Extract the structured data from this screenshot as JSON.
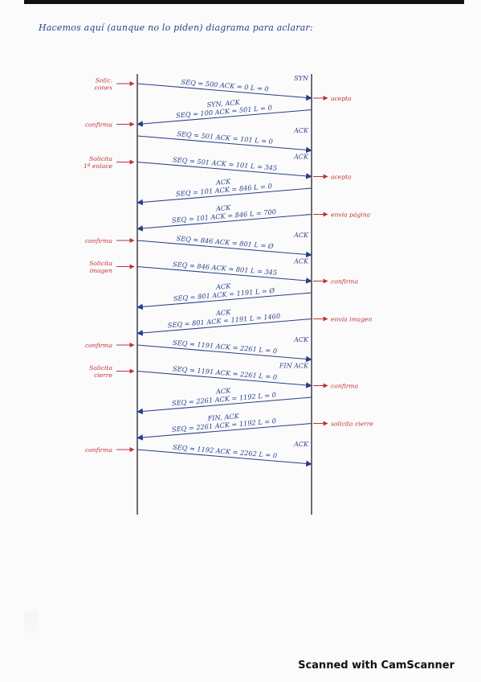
{
  "heading": "Hacemos aquí (aunque no lo piden) diagrama para aclarar:",
  "watermark": "Scanned with CamScanner",
  "colors": {
    "ink_blue": "#2a3f8a",
    "ink_red": "#c0303a",
    "line": "#222222"
  },
  "messages": [
    {
      "dir": "r",
      "lines": [
        "SEQ = 500  ACK = 0     L = 0"
      ],
      "above": "SYN",
      "left_note": "Solic. conex",
      "right_note": "acepta"
    },
    {
      "dir": "l",
      "lines": [
        "SYN, ACK",
        "SEQ = 100  ACK = 501  L = 0"
      ],
      "above": "",
      "left_note": "confirma",
      "right_note": ""
    },
    {
      "dir": "r",
      "lines": [
        "SEQ = 501   ACK = 101    L = 0"
      ],
      "above": "ACK",
      "left_note": "",
      "right_note": ""
    },
    {
      "dir": "r",
      "lines": [
        "SEQ = 501  ACK = 101  L = 345"
      ],
      "above": "ACK",
      "left_note": "Solicita 1ª enlace",
      "right_note": "acepta"
    },
    {
      "dir": "l",
      "lines": [
        "ACK",
        "SEQ = 101  ACK = 846  L = 0"
      ],
      "above": "",
      "left_note": "",
      "right_note": ""
    },
    {
      "dir": "l",
      "lines": [
        "ACK",
        "SEQ = 101  ACK = 846  L = 700"
      ],
      "above": "",
      "left_note": "",
      "right_note": "envía página"
    },
    {
      "dir": "r",
      "lines": [
        "SEQ = 846  ACK = 801  L = Ø"
      ],
      "above": "ACK",
      "left_note": "confirma",
      "right_note": ""
    },
    {
      "dir": "r",
      "lines": [
        "SEQ = 846  ACK = 801  L = 345"
      ],
      "above": "ACK",
      "left_note": "Solicita imagen",
      "right_note": "confirma"
    },
    {
      "dir": "l",
      "lines": [
        "ACK",
        "SEQ = 801  ACK = 1191  L = Ø"
      ],
      "above": "",
      "left_note": "",
      "right_note": ""
    },
    {
      "dir": "l",
      "lines": [
        "ACK",
        "SEQ = 801  ACK = 1191  L = 1460"
      ],
      "above": "",
      "left_note": "",
      "right_note": "envía imagen"
    },
    {
      "dir": "r",
      "lines": [
        "SEQ = 1191  ACK = 2261  L = 0"
      ],
      "above": "ACK",
      "left_note": "confirma",
      "right_note": ""
    },
    {
      "dir": "r",
      "lines": [
        "SEQ = 1191  ACK = 2261  L = 0"
      ],
      "above": "FIN ACK",
      "left_note": "Solicita cierre",
      "right_note": "confirma"
    },
    {
      "dir": "l",
      "lines": [
        "ACK",
        "SEQ = 2261  ACK = 1192  L = 0"
      ],
      "above": "",
      "left_note": "",
      "right_note": ""
    },
    {
      "dir": "l",
      "lines": [
        "FIN, ACK",
        "SEQ = 2261  ACK = 1192  L = 0"
      ],
      "above": "",
      "left_note": "",
      "right_note": "solicita cierre"
    },
    {
      "dir": "r",
      "lines": [
        "SEQ = 1192  ACK = 2262  L = 0"
      ],
      "above": "ACK",
      "left_note": "confirma",
      "right_note": ""
    }
  ]
}
